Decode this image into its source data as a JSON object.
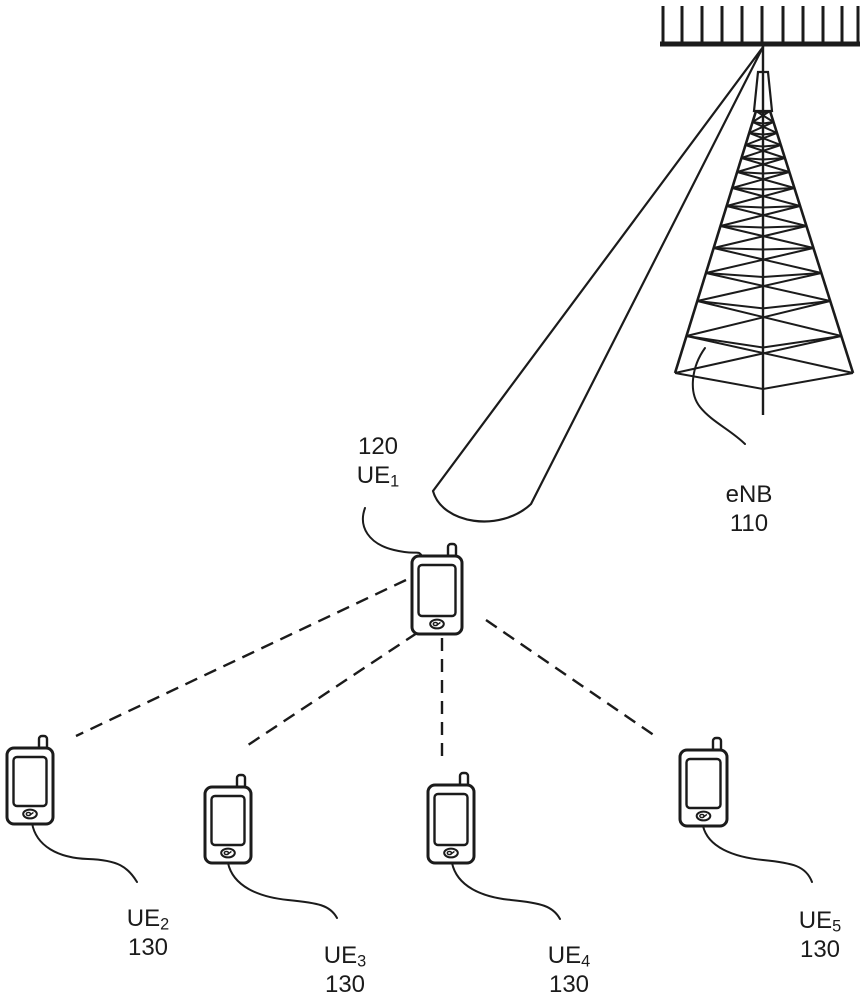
{
  "colors": {
    "ink": "#1b1b1b",
    "paper": "#ffffff"
  },
  "labels": {
    "enb": {
      "name": "eNB",
      "ref": "110"
    },
    "ue1": {
      "ref": "120",
      "name": "UE",
      "sub": "1"
    },
    "ue2": {
      "name": "UE",
      "sub": "2",
      "ref": "130"
    },
    "ue3": {
      "name": "UE",
      "sub": "3",
      "ref": "130"
    },
    "ue4": {
      "name": "UE",
      "sub": "4",
      "ref": "130"
    },
    "ue5": {
      "name": "UE",
      "sub": "5",
      "ref": "130"
    }
  },
  "icons": {
    "enb_tower": "lattice-radio-tower-with-antenna-array",
    "beam": "directional-transmission-beam-cone",
    "ue_phone": "smartphone",
    "d2d_link": "dashed-sidelink-line",
    "leader": "curved-reference-leader-line"
  }
}
